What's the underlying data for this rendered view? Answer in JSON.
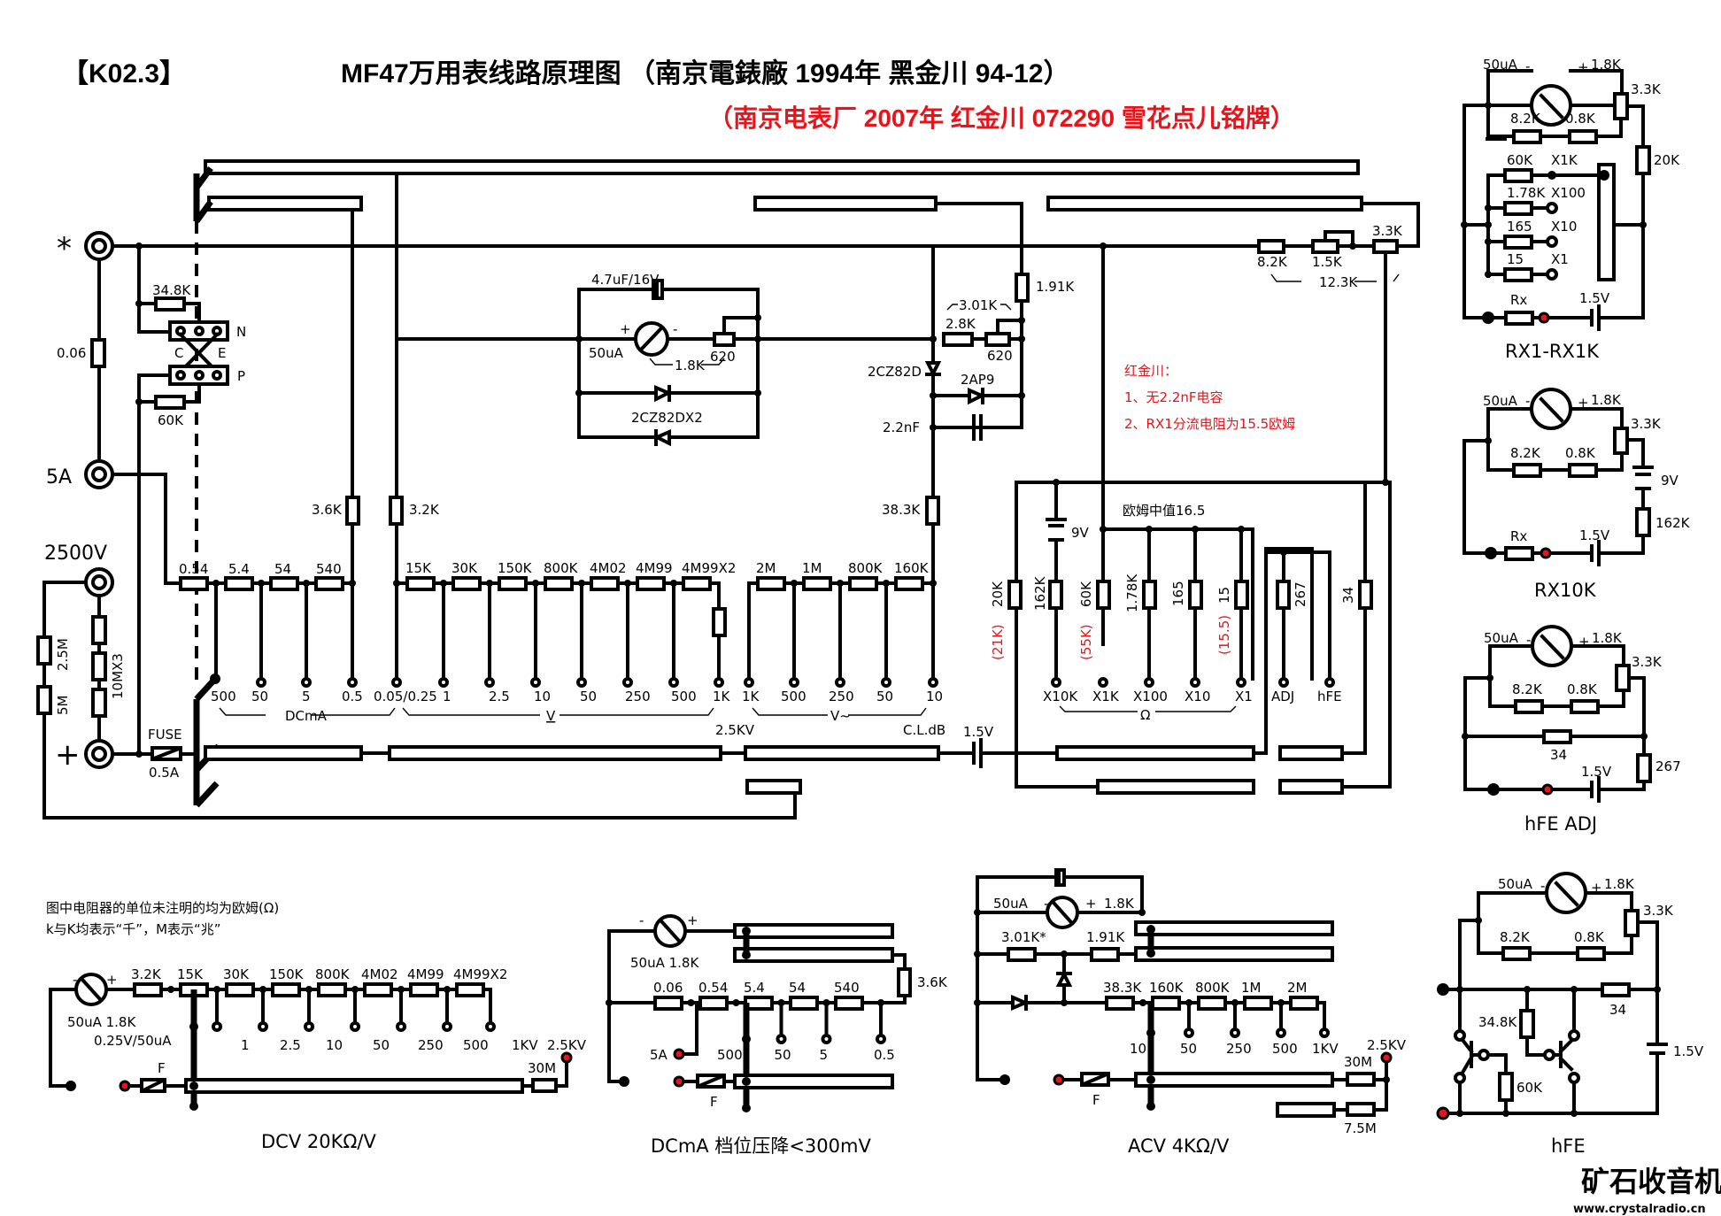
{
  "header": {
    "code": "【K02.3】",
    "title": "MF47万用表线路原理图 （南京電錶廠  1994年 黑金川 94-12）",
    "subtitle": "（南京电表厂 2007年 红金川 072290 雪花点儿铭牌）"
  },
  "terminals": {
    "common": "*",
    "amp5": "5A",
    "hv": "2500V",
    "plus": "+"
  },
  "main": {
    "shunt_006": "0.06",
    "r_348k": "34.8K",
    "r_60k": "60K",
    "switch_n": "N",
    "switch_p": "P",
    "switch_c": "C",
    "switch_e": "E",
    "cap_47uf": "4.7uF/16V",
    "meter": "50uA",
    "meter_plus": "+",
    "meter_minus": "-",
    "pot_620a": "620",
    "sum_18k": "1.8K",
    "diodes_pair": "2CZ82DX2",
    "r_301k": "3.01K",
    "r_28k": "2.8K",
    "pot_620b": "620",
    "r_191k": "1.91K",
    "diode_2cz82d": "2CZ82D",
    "diode_2ap9": "2AP9",
    "cap_22nf": "2.2nF",
    "r_383k": "38.3K",
    "r_36k": "3.6K",
    "r_32k": "3.2K",
    "r_82k": "8.2K",
    "pot_15k": "1.5K",
    "pot_33k": "3.3K",
    "sum_123k": "12.3K",
    "hv_5m": "5M",
    "hv_25m": "2.5M",
    "hv_10m": "10MX3",
    "fuse": "FUSE",
    "fuse_rating": "0.5A",
    "batt_15v": "1.5V",
    "batt_9v": "9V",
    "ma_shunts": [
      "0.54",
      "5.4",
      "54",
      "540"
    ],
    "ma_ranges": [
      "500",
      "50",
      "5",
      "0.5"
    ],
    "ma_group": "DCmA",
    "dcv_resistors": [
      "15K",
      "30K",
      "150K",
      "800K",
      "4M02",
      "4M99",
      "4M99X2"
    ],
    "dcv_ranges": [
      "0.05/0.25",
      "1",
      "2.5",
      "10",
      "50",
      "250",
      "500",
      "1K"
    ],
    "dcv_group": "V",
    "acv_resistors": [
      "2M",
      "1M",
      "800K",
      "160K"
    ],
    "acv_ranges": [
      "1K",
      "500",
      "250",
      "50",
      "10"
    ],
    "acv_group": "V~",
    "label_25kv": "2.5KV",
    "label_cldb": "C.L.dB",
    "ohm_mid": "欧姆中值16.5",
    "ohm_resistors": [
      "20K",
      "162K",
      "60K",
      "1.78K",
      "165",
      "15",
      "267",
      "34"
    ],
    "ohm_alt": [
      "(21K)",
      "(55K)",
      "(15.5)"
    ],
    "ohm_ranges": [
      "X10K",
      "X1K",
      "X100",
      "X10",
      "X1",
      "ADJ",
      "hFE"
    ],
    "ohm_group": "Ω",
    "note_title": "红金川：",
    "note_1": "1、无2.2nF电容",
    "note_2": "2、RX1分流电阻为15.5欧姆"
  },
  "notes": {
    "line1": "图中电阻器的单位未注明的均为欧姆(Ω)",
    "line2": "k与K均表示“千”，M表示“兆”"
  },
  "dcv": {
    "meter": "50uA 1.8K",
    "sens": "0.25V/50uA",
    "resistors": [
      "3.2K",
      "15K",
      "30K",
      "150K",
      "800K",
      "4M02",
      "4M99",
      "4M99X2"
    ],
    "ranges": [
      "1",
      "2.5",
      "10",
      "50",
      "250",
      "500",
      "1KV"
    ],
    "hv": "2.5KV",
    "r30m": "30M",
    "fuse": "F",
    "caption": "DCV  20KΩ/V"
  },
  "dcma": {
    "meter": "50uA 1.8K",
    "resistors": [
      "0.06",
      "0.54",
      "5.4",
      "54",
      "540"
    ],
    "r36k": "3.6K",
    "ranges": [
      "500",
      "50",
      "5",
      "0.5"
    ],
    "amp5": "5A",
    "fuse": "F",
    "caption": "DCmA  档位压降<300mV"
  },
  "acv": {
    "meter": "50uA",
    "r18k": "1.8K",
    "r301k": "3.01K*",
    "r191k": "1.91K",
    "resistors": [
      "38.3K",
      "160K",
      "800K",
      "1M",
      "2M"
    ],
    "ranges": [
      "10",
      "50",
      "250",
      "500",
      "1KV"
    ],
    "hv": "2.5KV",
    "r30m": "30M",
    "r75m": "7.5M",
    "fuse": "F",
    "caption": "ACV  4KΩ/V"
  },
  "rx1k": {
    "meter": "50uA",
    "r18k": "1.8K",
    "pot": "3.3K",
    "r82k": "8.2K",
    "r08k": "0.8K",
    "r20k": "20K",
    "rows": [
      {
        "r": "60K",
        "x": "X1K"
      },
      {
        "r": "1.78K",
        "x": "X100"
      },
      {
        "r": "165",
        "x": "X10"
      },
      {
        "r": "15",
        "x": "X1"
      }
    ],
    "rx": "Rx",
    "batt": "1.5V",
    "caption": "RX1-RX1K"
  },
  "rx10k": {
    "meter": "50uA",
    "r18k": "1.8K",
    "pot": "3.3K",
    "r82k": "8.2K",
    "r08k": "0.8K",
    "batt9": "9V",
    "r162k": "162K",
    "rx": "Rx",
    "batt": "1.5V",
    "caption": "RX10K"
  },
  "hfeadj": {
    "meter": "50uA",
    "r18k": "1.8K",
    "pot": "3.3K",
    "r82k": "8.2K",
    "r08k": "0.8K",
    "r34": "34",
    "r267": "267",
    "batt": "1.5V",
    "caption": "hFE  ADJ"
  },
  "hfe": {
    "meter": "50uA",
    "r18k": "1.8K",
    "pot": "3.3K",
    "r82k": "8.2K",
    "r08k": "0.8K",
    "r348k": "34.8K",
    "r60k": "60K",
    "r34": "34",
    "batt": "1.5V",
    "caption": "hFE"
  },
  "watermark": {
    "brand": "矿石收音机",
    "url": "www.crystalradio.cn",
    "color": "#1a5fa8"
  }
}
